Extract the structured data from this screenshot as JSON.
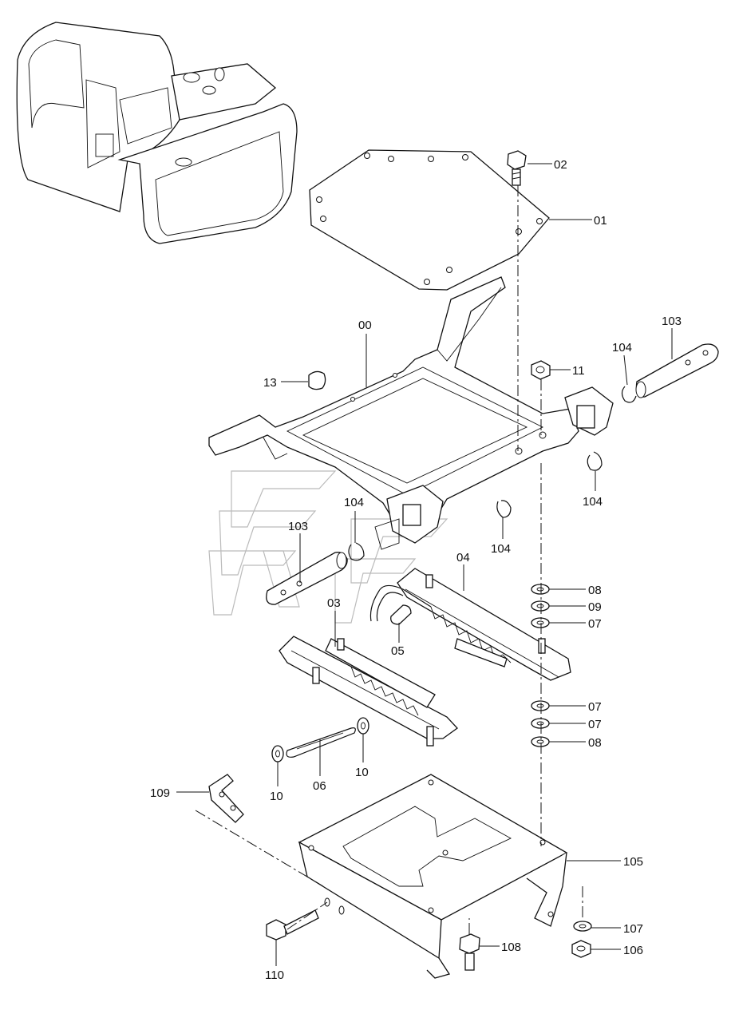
{
  "labels": {
    "p00": "00",
    "p01": "01",
    "p02": "02",
    "p03": "03",
    "p04": "04",
    "p05": "05",
    "p06": "06",
    "p07a": "07",
    "p07b": "07",
    "p07c": "07",
    "p08a": "08",
    "p08b": "08",
    "p09": "09",
    "p10a": "10",
    "p10b": "10",
    "p11": "11",
    "p13": "13",
    "p103a": "103",
    "p103b": "103",
    "p104a": "104",
    "p104b": "104",
    "p104c": "104",
    "p104d": "104",
    "p105": "105",
    "p106": "106",
    "p107": "107",
    "p108": "108",
    "p109": "109",
    "p110": "110"
  },
  "icons": {
    "excavator": "excavator-cab-icon",
    "watermark": "logo-watermark"
  }
}
